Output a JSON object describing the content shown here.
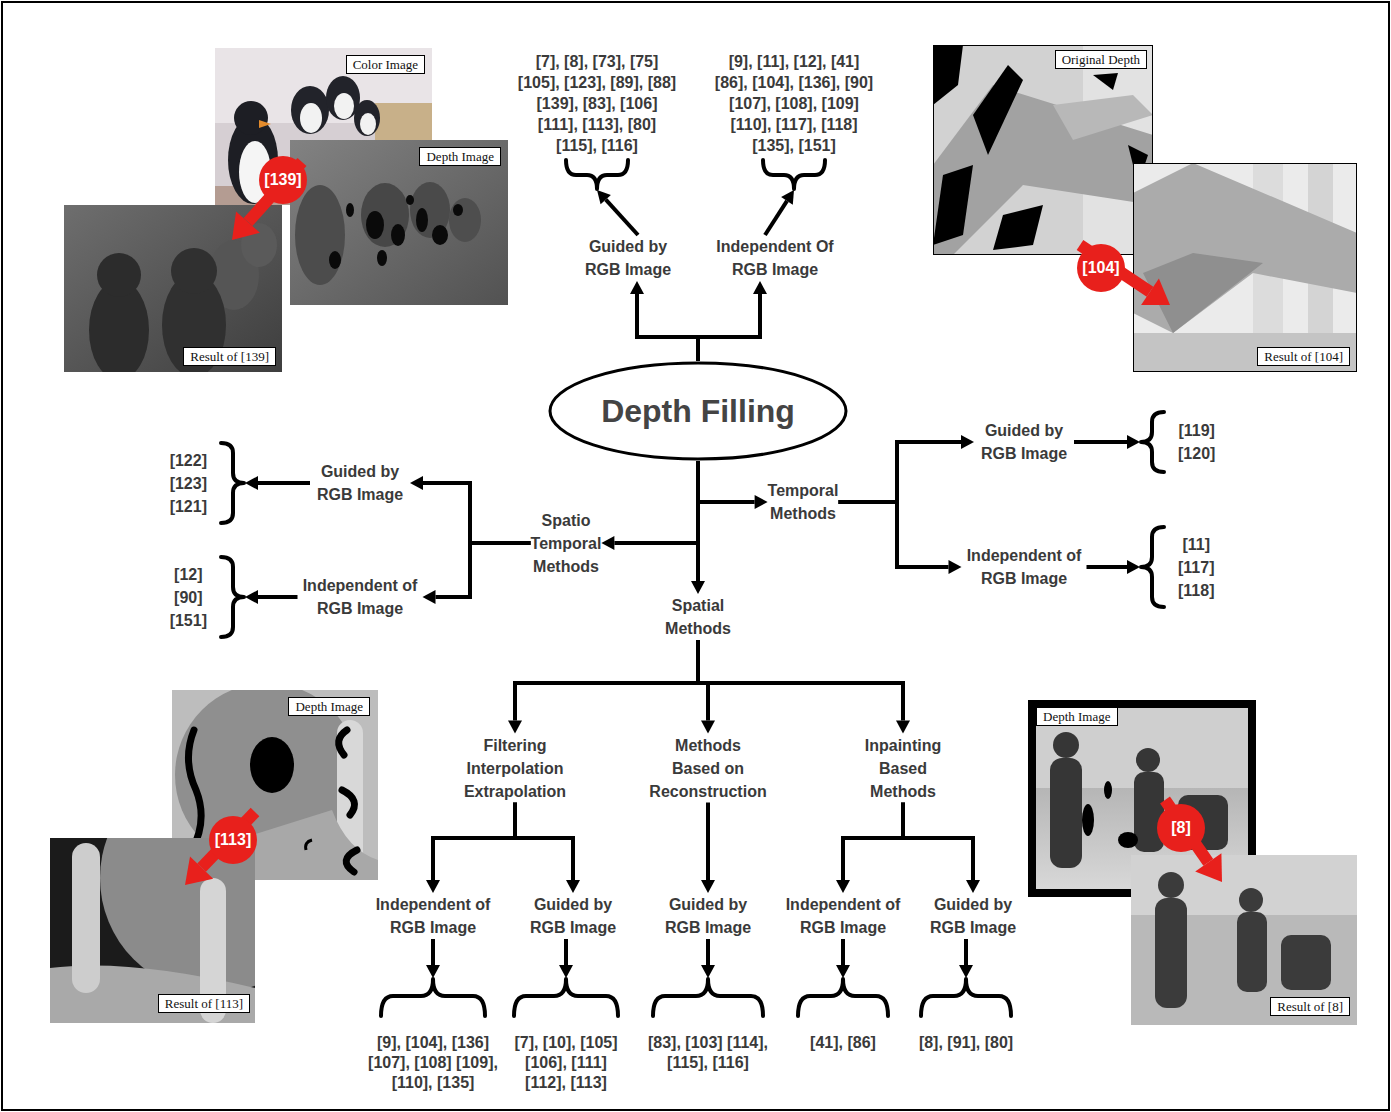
{
  "diagram": {
    "nodes": [
      {
        "text": [
          "Color Image"
        ]
      },
      {
        "text": [
          "[7], [8], [73], [75] [105], [123], [89], [88] [139], [83], [106] [111], [113], [80] [115], [116]"
        ]
      },
      {
        "text": [
          "[9], [11], [12], [41] [86], [104], [136], [90] [107], [108], [109] [110], [117], [118] [135], [151]"
        ]
      },
      {
        "text": [
          "Original Depth"
        ]
      },
      {
        "text": [
          "[139]"
        ]
      },
      {
        "text": [
          "Depth Image"
        ]
      },
      {
        "text": [
          "Guided by RGB Image"
        ]
      },
      {
        "text": [
          "Independent Of RGB Image"
        ]
      },
      {
        "text": [
          "[104]"
        ]
      },
      {
        "text": [
          "Result of [104]"
        ]
      },
      {
        "text": [
          "Result of [139]"
        ]
      },
      {
        "text": [
          "Depth Filling"
        ]
      },
      {
        "text": [
          "Guided by RGB Image"
        ]
      },
      {
        "text": [
          "[119] [120]"
        ]
      },
      {
        "text": [
          "[122] [123] [121]"
        ]
      },
      {
        "text": [
          "Guided by RGB Image"
        ]
      },
      {
        "text": [
          "Temporal Methods"
        ]
      },
      {
        "text": [
          "Spatio Temporal Methods"
        ]
      },
      {
        "text": [
          "[12] [90] [151]"
        ]
      },
      {
        "text": [
          "Independent of RGB Image"
        ]
      },
      {
        "text": [
          "Independent of RGB Image"
        ]
      },
      {
        "text": [
          "[11] [117] [118]"
        ]
      },
      {
        "text": [
          "Spatial Methods"
        ]
      },
      {
        "text": [
          "Depth Image"
        ]
      },
      {
        "text": [
          "Depth Image"
        ]
      },
      {
        "text": [
          "Filtering Interpolation Extrapolation"
        ]
      },
      {
        "text": [
          "Methods Based on Reconstruction"
        ]
      },
      {
        "text": [
          "Inpainting Based Methods"
        ]
      },
      {
        "text": [
          "[113]"
        ]
      },
      {
        "text": [
          "[8]"
        ]
      },
      {
        "text": [
          "Independent of RGB Image"
        ]
      },
      {
        "text": [
          "Guided by RGB Image"
        ]
      },
      {
        "text": [
          "Guided by RGB Image"
        ]
      },
      {
        "text": [
          "Independent of RGB Image"
        ]
      },
      {
        "text": [
          "Guided by RGB Image"
        ]
      },
      {
        "text": [
          "Result of [113]"
        ]
      },
      {
        "text": [
          "Result of [8]"
        ]
      },
      {
        "text": [
          "[9], [104], [136] [107], [108] [109], [110], [135]"
        ]
      },
      {
        "text": [
          "[7], [10], [105] [106], [111] [112], [113]"
        ]
      },
      {
        "text": [
          "[83], [103] [114], [115], [116]"
        ]
      },
      {
        "text": [
          "[41], [86]"
        ]
      },
      {
        "text": [
          "[8], [91], [80]"
        ]
      }
    ],
    "edges": [
      {
        "from": 11,
        "to": 6,
        "arrow": "to"
      },
      {
        "from": 11,
        "to": 7,
        "arrow": "to"
      },
      {
        "from": 6,
        "to": 1,
        "arrow": "to"
      },
      {
        "from": 7,
        "to": 2,
        "arrow": "to"
      },
      {
        "from": 11,
        "to": 16,
        "arrow": "to"
      },
      {
        "from": 11,
        "to": 17,
        "arrow": "to"
      },
      {
        "from": 11,
        "to": 22,
        "arrow": "to"
      },
      {
        "from": 16,
        "to": 12,
        "arrow": "to"
      },
      {
        "from": 16,
        "to": 20,
        "arrow": "to"
      },
      {
        "from": 12,
        "to": 13,
        "arrow": "to"
      },
      {
        "from": 20,
        "to": 21,
        "arrow": "to"
      },
      {
        "from": 17,
        "to": 15,
        "arrow": "to"
      },
      {
        "from": 17,
        "to": 19,
        "arrow": "to"
      },
      {
        "from": 15,
        "to": 14,
        "arrow": "to"
      },
      {
        "from": 19,
        "to": 18,
        "arrow": "to"
      },
      {
        "from": 22,
        "to": 25,
        "arrow": "to"
      },
      {
        "from": 22,
        "to": 26,
        "arrow": "to"
      },
      {
        "from": 22,
        "to": 27,
        "arrow": "to"
      },
      {
        "from": 25,
        "to": 30,
        "arrow": "to"
      },
      {
        "from": 25,
        "to": 31,
        "arrow": "to"
      },
      {
        "from": 26,
        "to": 32,
        "arrow": "to"
      },
      {
        "from": 27,
        "to": 33,
        "arrow": "to"
      },
      {
        "from": 27,
        "to": 34,
        "arrow": "to"
      },
      {
        "from": 30,
        "to": 37,
        "arrow": "to"
      },
      {
        "from": 31,
        "to": 38,
        "arrow": "to"
      },
      {
        "from": 32,
        "to": 39,
        "arrow": "to"
      },
      {
        "from": 33,
        "to": 40,
        "arrow": "to"
      },
      {
        "from": 34,
        "to": 41,
        "arrow": "to"
      }
    ]
  }
}
